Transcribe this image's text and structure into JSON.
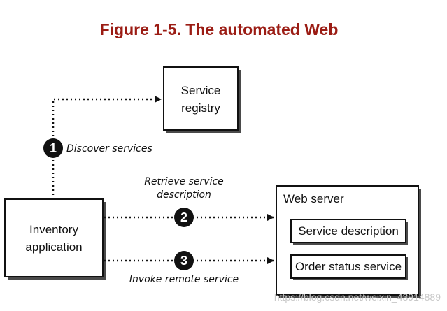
{
  "figure": {
    "title": "Figure 1-5.  The automated Web"
  },
  "nodes": {
    "service_registry": {
      "lines": [
        "Service",
        "registry"
      ]
    },
    "inventory_application": {
      "lines": [
        "Inventory",
        "application"
      ]
    },
    "web_server": {
      "label": "Web server",
      "children": {
        "service_description": "Service description",
        "order_status_service": "Order status service"
      }
    }
  },
  "steps": [
    {
      "number": "1",
      "label": "Discover services"
    },
    {
      "number": "2",
      "label_lines": [
        "Retrieve service",
        "description"
      ]
    },
    {
      "number": "3",
      "label": "Invoke remote service"
    }
  ],
  "watermark": "https://blog.csdn.net/weixin_43914889",
  "colors": {
    "title": "#9b1c14",
    "ink": "#111111",
    "box_shadow": "#4a4a4a",
    "watermark": "#c8c8c8"
  }
}
